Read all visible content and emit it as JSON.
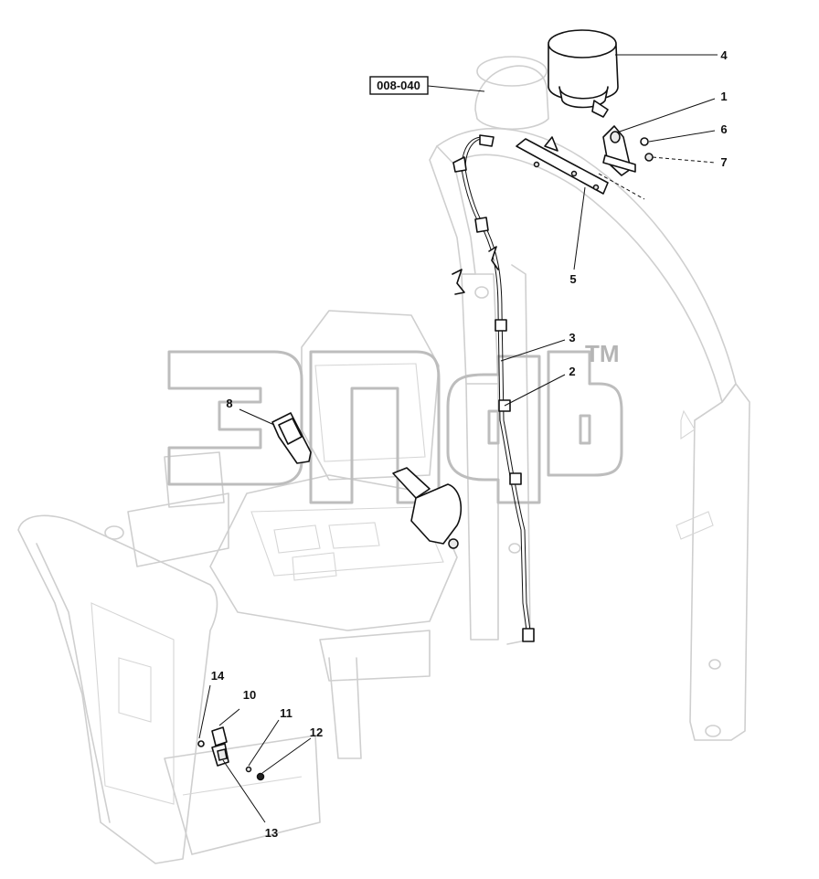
{
  "reference_label": "008-040",
  "watermark": {
    "trademark": "TM"
  },
  "callouts": [
    {
      "id": "c1",
      "label": "1"
    },
    {
      "id": "c2",
      "label": "2"
    },
    {
      "id": "c3",
      "label": "3"
    },
    {
      "id": "c4",
      "label": "4"
    },
    {
      "id": "c5",
      "label": "5"
    },
    {
      "id": "c6",
      "label": "6"
    },
    {
      "id": "c7",
      "label": "7"
    },
    {
      "id": "c8",
      "label": "8"
    },
    {
      "id": "c10",
      "label": "10"
    },
    {
      "id": "c11",
      "label": "11"
    },
    {
      "id": "c12",
      "label": "12"
    },
    {
      "id": "c13",
      "label": "13"
    },
    {
      "id": "c14",
      "label": "14"
    }
  ]
}
